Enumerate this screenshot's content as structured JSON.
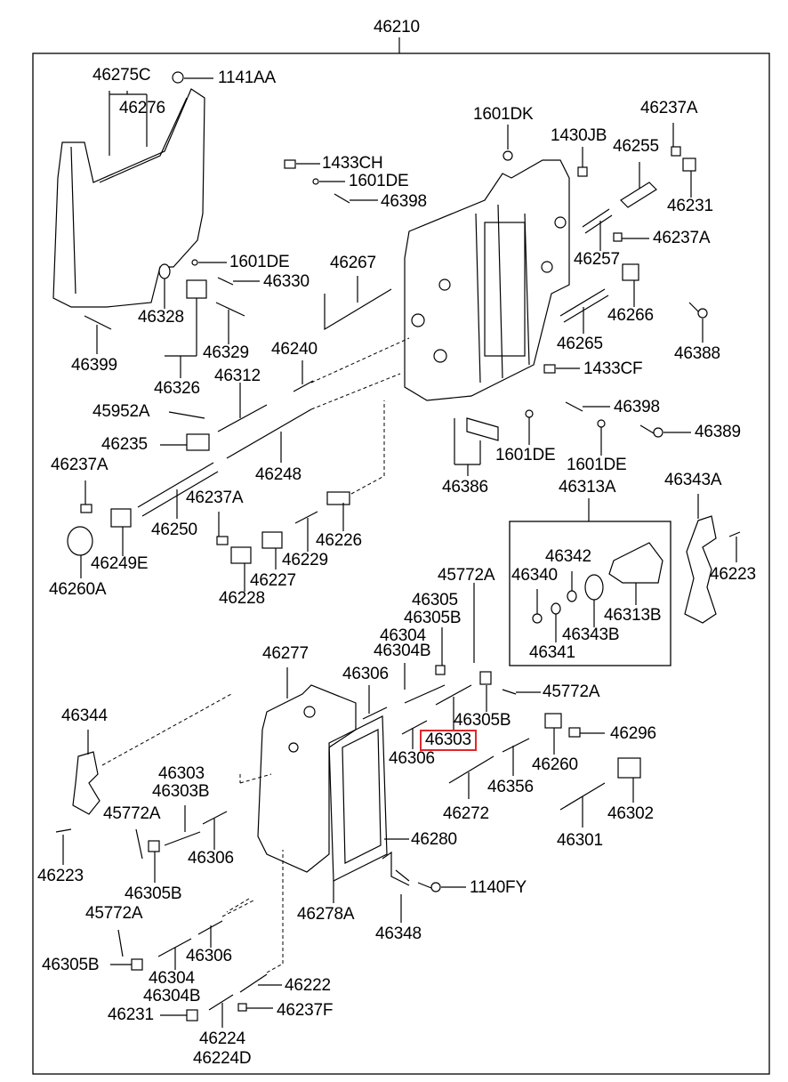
{
  "diagram": {
    "title": "46210",
    "highlight_color": "#e0262b",
    "highlighted_part": "46303",
    "labels": [
      {
        "id": "l0",
        "text": "46210"
      },
      {
        "id": "l1",
        "text": "46275C"
      },
      {
        "id": "l2",
        "text": "1141AA"
      },
      {
        "id": "l3",
        "text": "46276"
      },
      {
        "id": "l4",
        "text": "1601DK"
      },
      {
        "id": "l5",
        "text": "46237A"
      },
      {
        "id": "l6",
        "text": "1430JB"
      },
      {
        "id": "l7",
        "text": "46255"
      },
      {
        "id": "l8",
        "text": "1433CH"
      },
      {
        "id": "l9",
        "text": "1601DE"
      },
      {
        "id": "l10",
        "text": "46398"
      },
      {
        "id": "l11",
        "text": "46231"
      },
      {
        "id": "l12",
        "text": "46237A"
      },
      {
        "id": "l13",
        "text": "1601DE"
      },
      {
        "id": "l14",
        "text": "46267"
      },
      {
        "id": "l15",
        "text": "46257"
      },
      {
        "id": "l16",
        "text": "46330"
      },
      {
        "id": "l17",
        "text": "46266"
      },
      {
        "id": "l18",
        "text": "46328"
      },
      {
        "id": "l19",
        "text": "46388"
      },
      {
        "id": "l20",
        "text": "46329"
      },
      {
        "id": "l21",
        "text": "46399"
      },
      {
        "id": "l22",
        "text": "46265"
      },
      {
        "id": "l23",
        "text": "46240"
      },
      {
        "id": "l24",
        "text": "1433CF"
      },
      {
        "id": "l25",
        "text": "46326"
      },
      {
        "id": "l26",
        "text": "46312"
      },
      {
        "id": "l27",
        "text": "46398"
      },
      {
        "id": "l28",
        "text": "45952A"
      },
      {
        "id": "l29",
        "text": "46389"
      },
      {
        "id": "l30",
        "text": "46235"
      },
      {
        "id": "l31",
        "text": "1601DE"
      },
      {
        "id": "l32",
        "text": "46248"
      },
      {
        "id": "l33",
        "text": "1601DE"
      },
      {
        "id": "l34",
        "text": "46237A"
      },
      {
        "id": "l35",
        "text": "46386"
      },
      {
        "id": "l36",
        "text": "46313A"
      },
      {
        "id": "l37",
        "text": "46343A"
      },
      {
        "id": "l38",
        "text": "46237A"
      },
      {
        "id": "l39",
        "text": "46250"
      },
      {
        "id": "l40",
        "text": "46226"
      },
      {
        "id": "l41",
        "text": "46249E"
      },
      {
        "id": "l42",
        "text": "46229"
      },
      {
        "id": "l43",
        "text": "46342"
      },
      {
        "id": "l44",
        "text": "46223"
      },
      {
        "id": "l45",
        "text": "46260A"
      },
      {
        "id": "l46",
        "text": "46227"
      },
      {
        "id": "l47",
        "text": "46228"
      },
      {
        "id": "l48",
        "text": "45772A"
      },
      {
        "id": "l49",
        "text": "46340"
      },
      {
        "id": "l50",
        "text": "46305"
      },
      {
        "id": "l51",
        "text": "46305B"
      },
      {
        "id": "l52",
        "text": "46313B"
      },
      {
        "id": "l53",
        "text": "46304"
      },
      {
        "id": "l54",
        "text": "46343B"
      },
      {
        "id": "l55",
        "text": "46277"
      },
      {
        "id": "l56",
        "text": "46304B"
      },
      {
        "id": "l57",
        "text": "46341"
      },
      {
        "id": "l58",
        "text": "46306"
      },
      {
        "id": "l59",
        "text": "45772A"
      },
      {
        "id": "l60",
        "text": "46344"
      },
      {
        "id": "l61",
        "text": "46305B"
      },
      {
        "id": "l62",
        "text": "46303"
      },
      {
        "id": "l63",
        "text": "46296"
      },
      {
        "id": "l64",
        "text": "46306"
      },
      {
        "id": "l65",
        "text": "46260"
      },
      {
        "id": "l66",
        "text": "46303"
      },
      {
        "id": "l67",
        "text": "46356"
      },
      {
        "id": "l68",
        "text": "46303B"
      },
      {
        "id": "l69",
        "text": "46302"
      },
      {
        "id": "l70",
        "text": "45772A"
      },
      {
        "id": "l71",
        "text": "46272"
      },
      {
        "id": "l72",
        "text": "46306"
      },
      {
        "id": "l73",
        "text": "46280"
      },
      {
        "id": "l74",
        "text": "46301"
      },
      {
        "id": "l75",
        "text": "46223"
      },
      {
        "id": "l76",
        "text": "1140FY"
      },
      {
        "id": "l77",
        "text": "46305B"
      },
      {
        "id": "l78",
        "text": "46278A"
      },
      {
        "id": "l79",
        "text": "45772A"
      },
      {
        "id": "l80",
        "text": "46348"
      },
      {
        "id": "l81",
        "text": "46305B"
      },
      {
        "id": "l82",
        "text": "46306"
      },
      {
        "id": "l83",
        "text": "46304"
      },
      {
        "id": "l84",
        "text": "46222"
      },
      {
        "id": "l85",
        "text": "46304B"
      },
      {
        "id": "l86",
        "text": "46231"
      },
      {
        "id": "l87",
        "text": "46237F"
      },
      {
        "id": "l88",
        "text": "46224"
      },
      {
        "id": "l89",
        "text": "46224D"
      }
    ]
  }
}
